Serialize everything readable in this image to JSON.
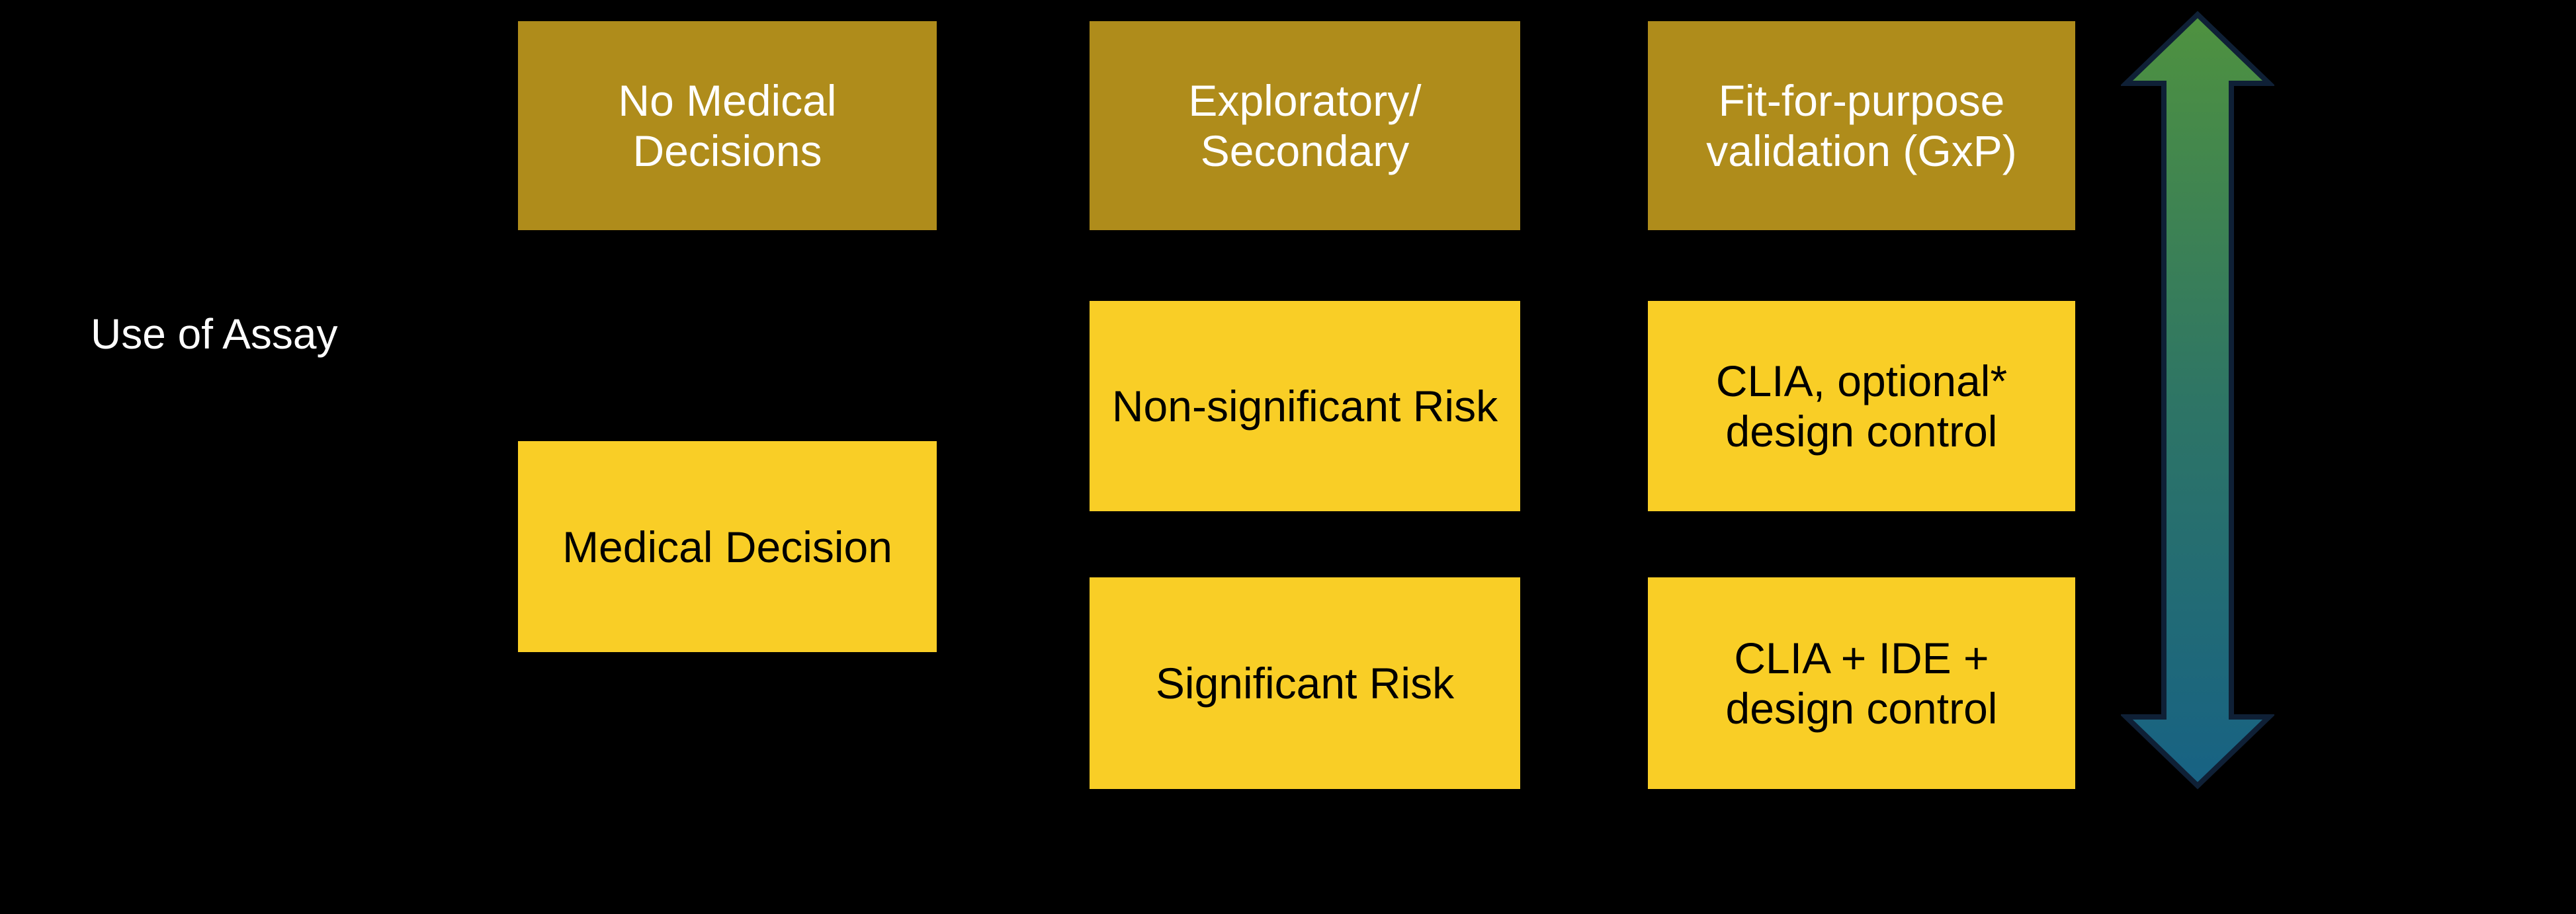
{
  "labels": {
    "use_of_assay": "Use of Assay"
  },
  "boxes": {
    "no_medical_decisions": "No Medical\nDecisions",
    "exploratory_secondary": "Exploratory/\nSecondary",
    "fit_for_purpose_validation": "Fit-for-purpose\nvalidation (GxP)",
    "non_significant_risk": "Non-significant Risk",
    "clia_optional_design_control": "CLIA, optional*\ndesign control",
    "medical_decision": "Medical Decision",
    "significant_risk": "Significant Risk",
    "clia_ide_design_control": "CLIA + IDE +\ndesign control"
  },
  "arrow": {
    "type": "double-headed-vertical"
  },
  "colors": {
    "background": "#000000",
    "header_box_fill": "#AF8C1B",
    "header_box_text": "#FFFFFF",
    "risk_box_fill": "#F9CE26",
    "risk_box_text": "#000000",
    "arrow_gradient_top": "#4F923F",
    "arrow_gradient_mid": "#2E7565",
    "arrow_gradient_bottom": "#176284",
    "arrow_outline": "#0F2036"
  }
}
